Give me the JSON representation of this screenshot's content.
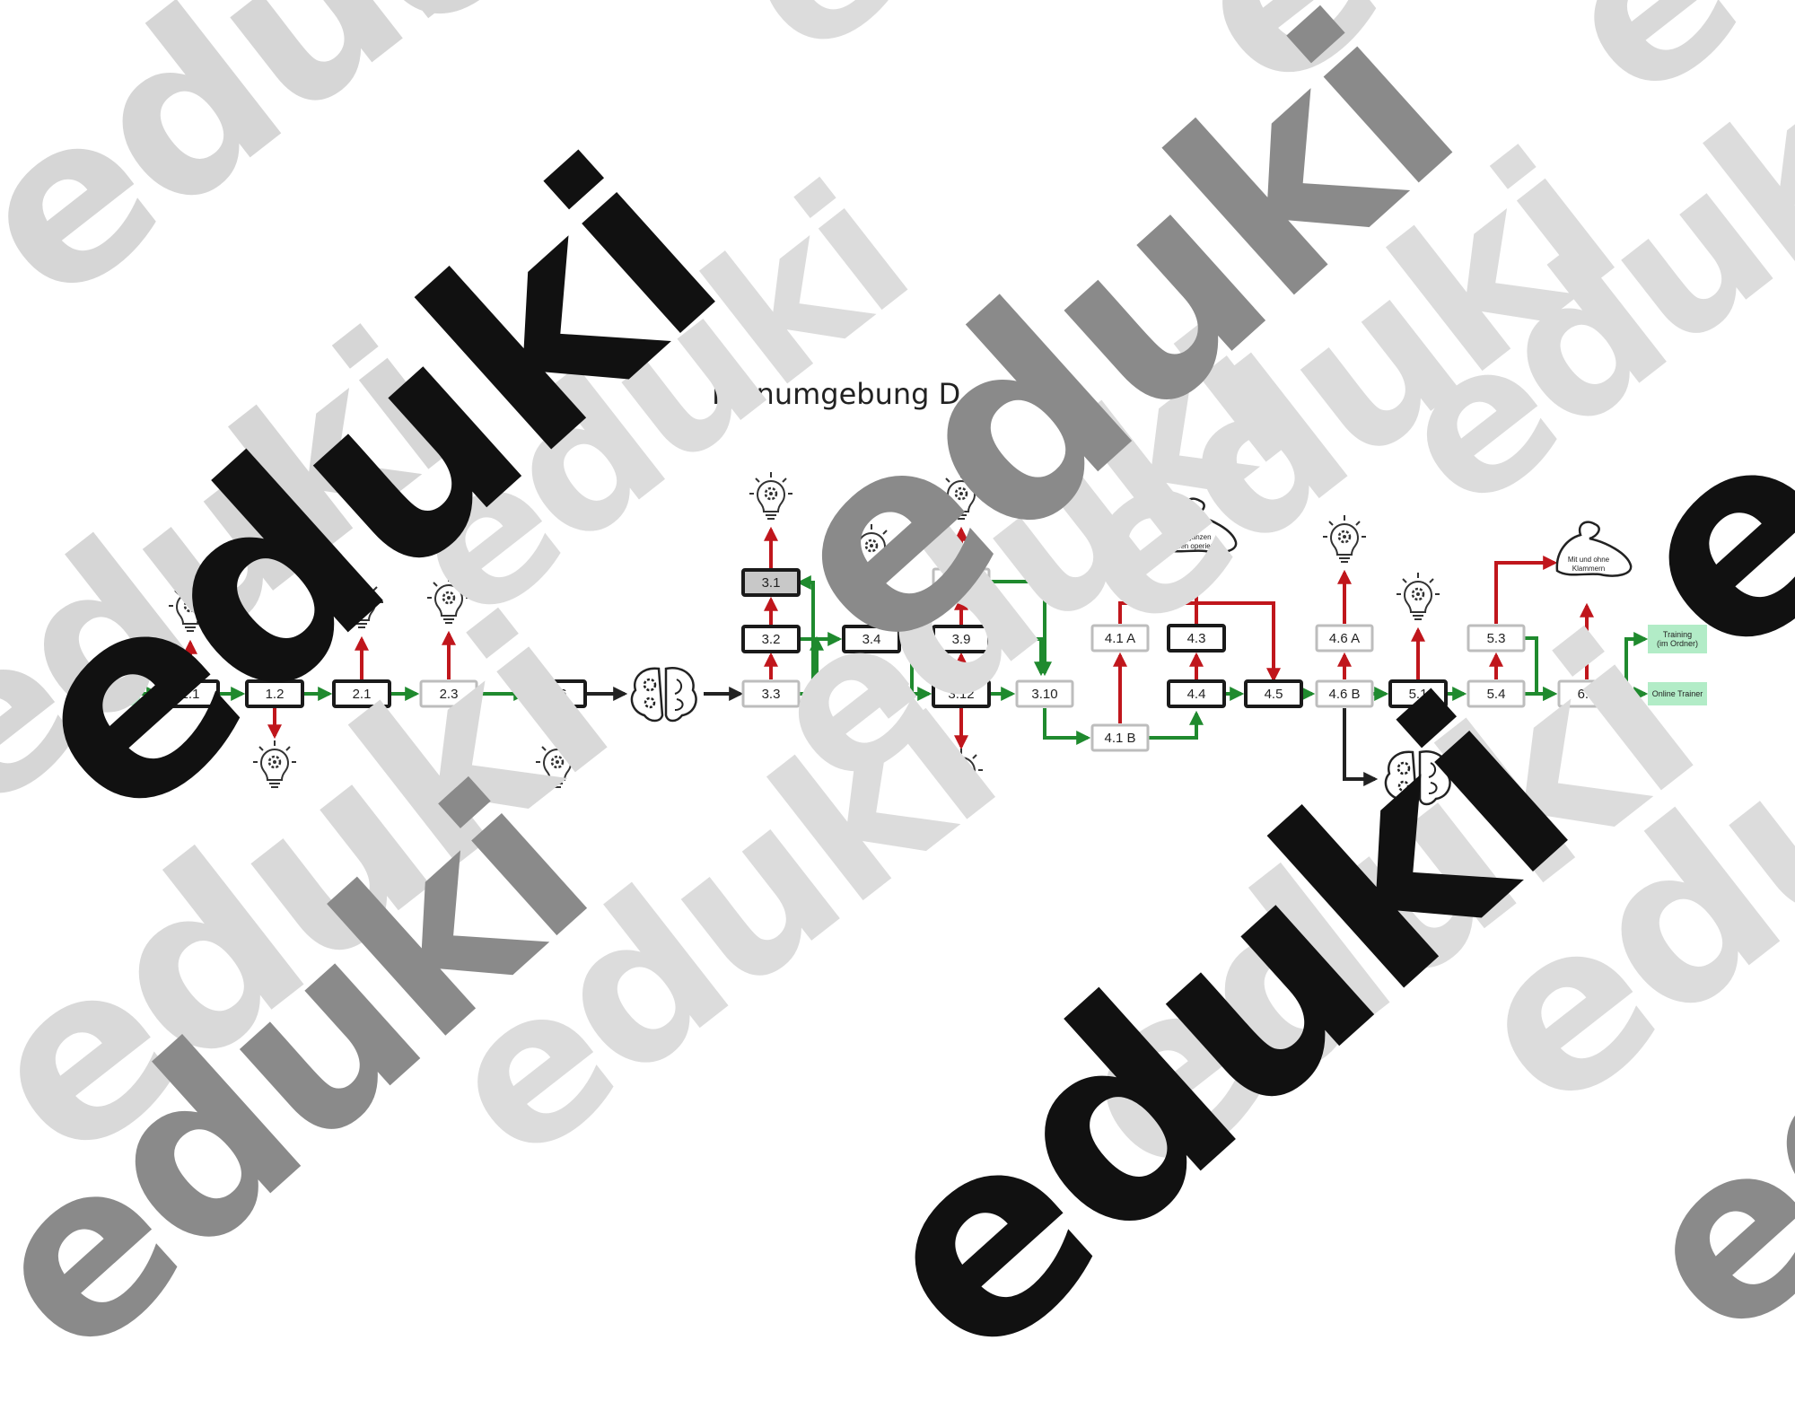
{
  "title": "Lernumgebung D",
  "terminals": {
    "start": "Start",
    "training": [
      "Training",
      "(im Ordner)"
    ],
    "online": "Online Trainer"
  },
  "notes": {
    "muscle_a": [
      "Mit ganzen",
      "Zahlen operieren"
    ],
    "muscle_b": [
      "Mit und ohne",
      "Klammern"
    ]
  },
  "nodes": [
    {
      "id": "n11",
      "label": "1.1",
      "style": "core"
    },
    {
      "id": "n12",
      "label": "1.2",
      "style": "core"
    },
    {
      "id": "n21",
      "label": "2.1",
      "style": "core"
    },
    {
      "id": "n23",
      "label": "2.3",
      "style": "optional"
    },
    {
      "id": "n26",
      "label": "2.6",
      "style": "core"
    },
    {
      "id": "n33",
      "label": "3.3",
      "style": "optional"
    },
    {
      "id": "n32",
      "label": "3.2",
      "style": "core"
    },
    {
      "id": "n31",
      "label": "3.1",
      "style": "core-filled"
    },
    {
      "id": "n34",
      "label": "3.4",
      "style": "core"
    },
    {
      "id": "n36",
      "label": "3.6",
      "style": "optional"
    },
    {
      "id": "n39",
      "label": "3.9",
      "style": "core"
    },
    {
      "id": "n312",
      "label": "3.12",
      "style": "core"
    },
    {
      "id": "n310",
      "label": "3.10",
      "style": "optional"
    },
    {
      "id": "n41a",
      "label": "4.1 A",
      "style": "optional"
    },
    {
      "id": "n41b",
      "label": "4.1 B",
      "style": "optional"
    },
    {
      "id": "n43",
      "label": "4.3",
      "style": "core"
    },
    {
      "id": "n44",
      "label": "4.4",
      "style": "core"
    },
    {
      "id": "n45",
      "label": "4.5",
      "style": "core"
    },
    {
      "id": "n46a",
      "label": "4.6 A",
      "style": "optional"
    },
    {
      "id": "n46b",
      "label": "4.6 B",
      "style": "optional"
    },
    {
      "id": "n51",
      "label": "5.1",
      "style": "core"
    },
    {
      "id": "n53",
      "label": "5.3",
      "style": "optional"
    },
    {
      "id": "n54",
      "label": "5.4",
      "style": "optional"
    },
    {
      "id": "n62",
      "label": "6.2",
      "style": "optional"
    }
  ],
  "legend_colors": {
    "path": "#1f8a2e",
    "extension": "#c0161c",
    "reflection": "#222222",
    "terminal": "#b2ecc7",
    "core_border": "#1a1a1a",
    "optional_border": "#bdbdbd"
  },
  "icons": {
    "idea": "lightbulb-gear-icon",
    "brain": "brain-gears-icon",
    "muscle": "flexed-arm-icon"
  },
  "watermark": "eduki"
}
